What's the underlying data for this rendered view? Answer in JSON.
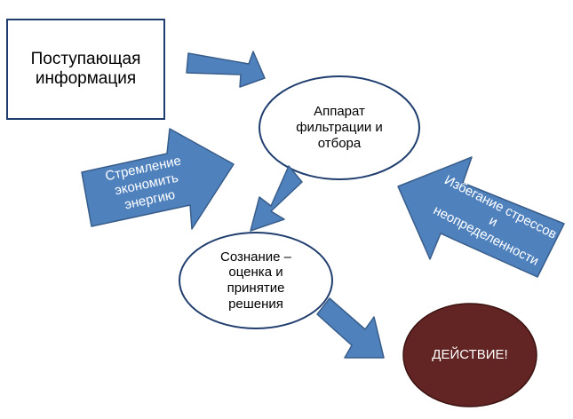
{
  "colors": {
    "arrow_fill": "#4f81bd",
    "arrow_stroke": "#385d8a",
    "node_stroke": "#1f3d6e",
    "action_fill": "#632523",
    "box_fill": "#ffffff"
  },
  "nodes": {
    "incoming": {
      "label": "Поступающая\nинформация"
    },
    "filter": {
      "label": "Аппарат\nфильтрации и\nотбора"
    },
    "consciousness": {
      "label": "Сознание –\nоценка и\nпринятие\nрешения"
    },
    "action": {
      "label": "ДЕЙСТВИЕ!"
    }
  },
  "arrows": {
    "energy": {
      "label": "Стремление\nэкономить\nэнергию"
    },
    "stress": {
      "label": "Избегание стрессов\nи\nнеопределенности"
    }
  }
}
